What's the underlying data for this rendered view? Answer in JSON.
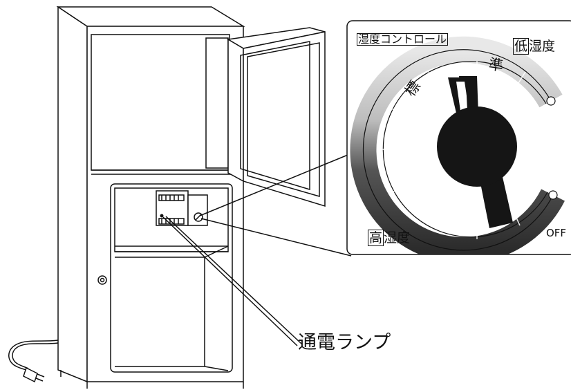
{
  "labels": {
    "lamp": "通電ランプ",
    "dial_title": "湿度コントロール",
    "low_box": "低",
    "low_suffix": "湿度",
    "high_box": "高",
    "high_suffix": "湿度",
    "off": "OFF",
    "std_char": "標",
    "jun_char": "準"
  },
  "colors": {
    "line": "#111111",
    "dial_dark": "#2a2a2a",
    "knob": "#151515"
  }
}
